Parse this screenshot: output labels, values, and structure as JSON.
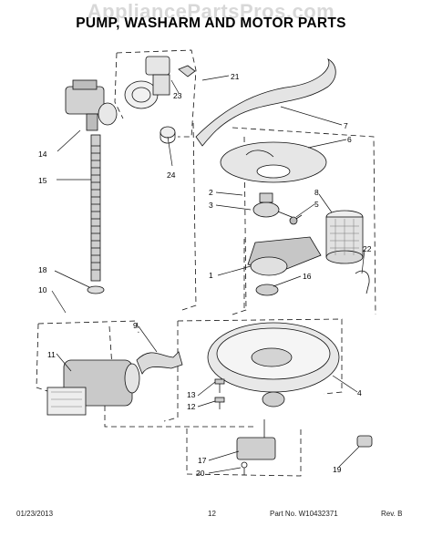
{
  "header": {
    "watermark": "AppliancePartsPros.com",
    "title": "PUMP, WASHARM AND MOTOR PARTS"
  },
  "callouts": {
    "c1": "1",
    "c2": "2",
    "c3": "3",
    "c4": "4",
    "c5": "5",
    "c6": "6",
    "c7": "7",
    "c8": "8",
    "c9": "9",
    "c10": "10",
    "c11": "11",
    "c12": "12",
    "c13": "13",
    "c14": "14",
    "c15": "15",
    "c16": "16",
    "c17": "17",
    "c18": "18",
    "c19": "19",
    "c20": "20",
    "c21": "21",
    "c22": "22",
    "c23": "23",
    "c24": "24"
  },
  "footer": {
    "date": "01/23/2013",
    "page": "12",
    "doc": "Part No. W10432371",
    "rev": "Rev. B"
  }
}
